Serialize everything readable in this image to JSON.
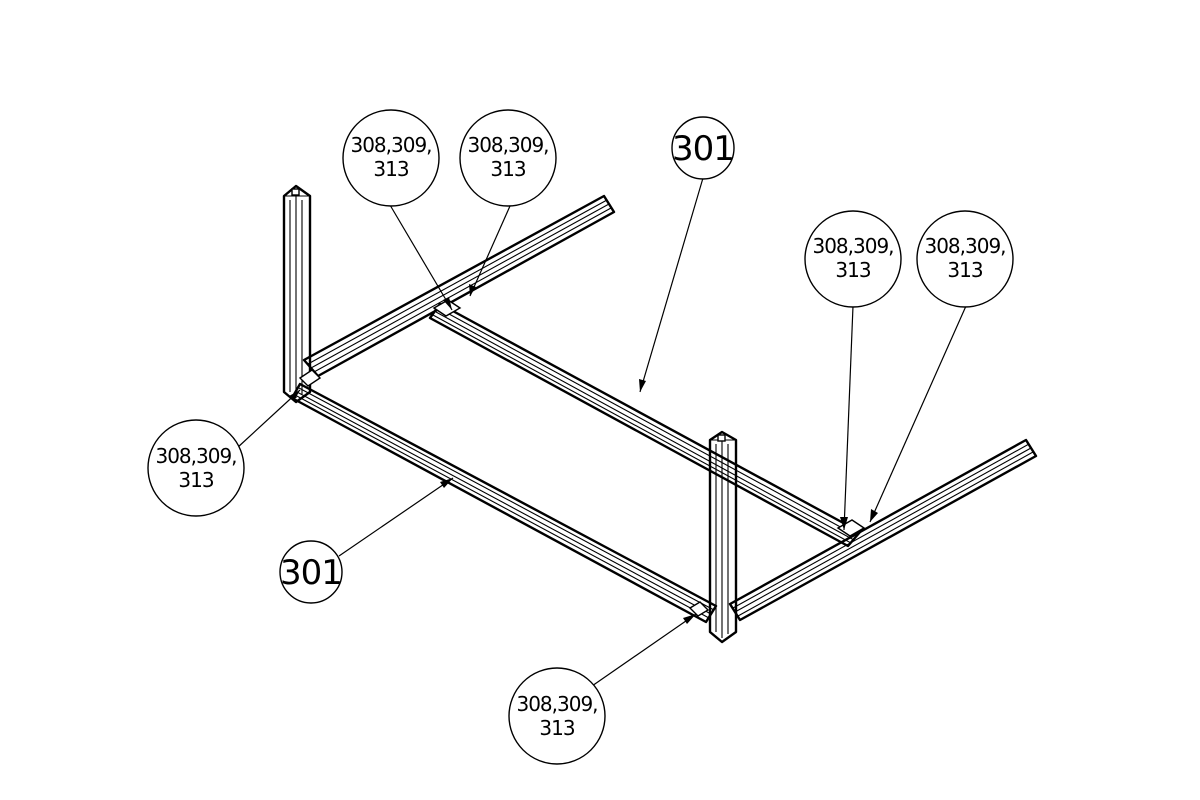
{
  "callouts": [
    {
      "id": "top-left-joint-left",
      "lines": [
        "308,309,",
        "313"
      ]
    },
    {
      "id": "top-left-joint-right",
      "lines": [
        "308,309,",
        "313"
      ]
    },
    {
      "id": "rear-rail-label",
      "lines": [
        "301"
      ]
    },
    {
      "id": "right-joint-left",
      "lines": [
        "308,309,",
        "313"
      ]
    },
    {
      "id": "right-joint-right",
      "lines": [
        "308,309,",
        "313"
      ]
    },
    {
      "id": "left-post-joint",
      "lines": [
        "308,309,",
        "313"
      ]
    },
    {
      "id": "front-rail-label",
      "lines": [
        "301"
      ]
    },
    {
      "id": "bottom-joint",
      "lines": [
        "308,309,",
        "313"
      ]
    }
  ]
}
